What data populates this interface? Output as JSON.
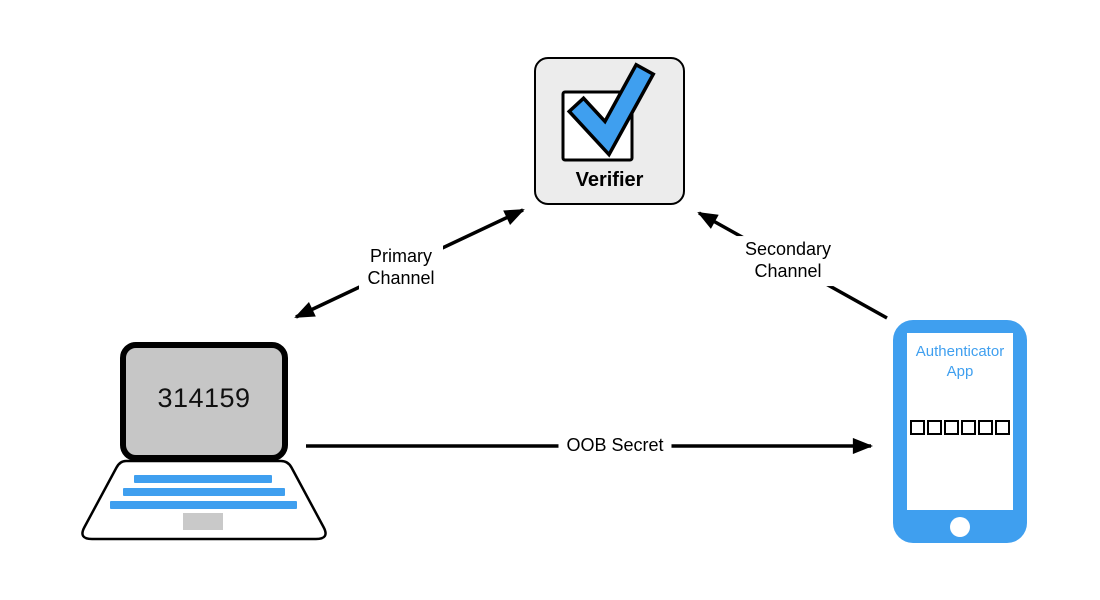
{
  "diagram": {
    "nodes": {
      "verifier": {
        "label": "Verifier",
        "icon": "checkbox-checked-icon"
      },
      "laptop": {
        "display_code": "314159"
      },
      "phone": {
        "app_label": "Authenticator App",
        "otp_slot_count": 6
      }
    },
    "edges": {
      "primary": {
        "label": "Primary Channel"
      },
      "secondary": {
        "label": "Secondary Channel"
      },
      "oob": {
        "label": "OOB Secret"
      }
    },
    "colors": {
      "accent_blue": "#3F9FEF",
      "verifier_box_gray": "#ECECEC",
      "laptop_screen_gray": "#C6C6C6",
      "trackpad_gray": "#C9C9C9",
      "line_black": "#000000"
    }
  }
}
